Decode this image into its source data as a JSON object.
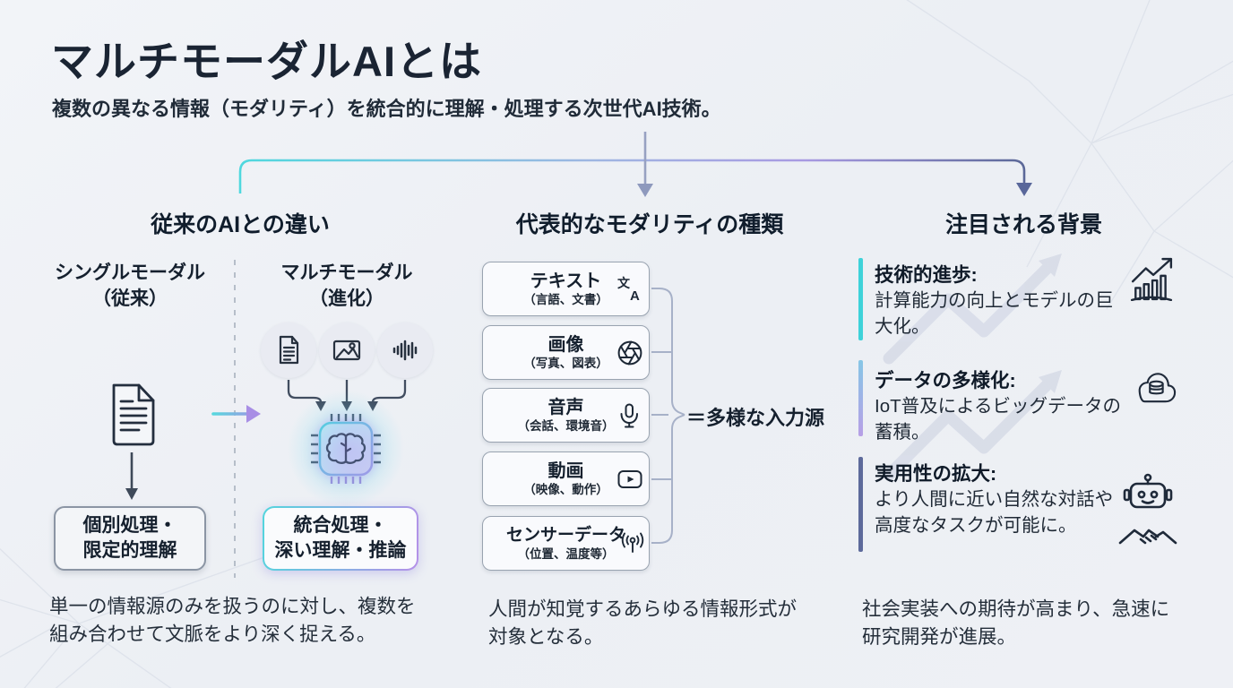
{
  "header": {
    "title": "マルチモーダルAIとは",
    "subtitle": "複数の異なる情報（モダリティ）を統合的に理解・処理する次世代AI技術。"
  },
  "left": {
    "heading": "従来のAIとの違い",
    "single_label": "シングルモーダル",
    "single_sublabel": "（従来）",
    "multi_label": "マルチモーダル",
    "multi_sublabel": "（進化）",
    "single_box": {
      "line1": "個別処理・",
      "line2": "限定的理解"
    },
    "multi_box": {
      "line1": "統合処理・",
      "line2": "深い理解・推論"
    },
    "caption1": "単一の情報源のみを扱うのに対し、複数を",
    "caption2": "組み合わせて文脈をより深く捉える。",
    "icons": [
      "document-icon",
      "image-icon",
      "waveform-icon",
      "chip-brain-icon"
    ]
  },
  "middle": {
    "heading": "代表的なモダリティの種類",
    "modalities": [
      {
        "label": "テキスト",
        "sublabel": "（言語、文書）",
        "icon": "translate-icon"
      },
      {
        "label": "画像",
        "sublabel": "（写真、図表）",
        "icon": "aperture-icon"
      },
      {
        "label": "音声",
        "sublabel": "（会話、環境音）",
        "icon": "microphone-icon"
      },
      {
        "label": "動画",
        "sublabel": "（映像、動作）",
        "icon": "video-play-icon"
      },
      {
        "label": "センサーデータ",
        "sublabel": "（位置、温度等）",
        "icon": "antenna-icon"
      }
    ],
    "brace_label": "＝多様な入力源",
    "caption1": "人間が知覚するあらゆる情報形式が",
    "caption2": "対象となる。"
  },
  "right": {
    "heading": "注目される背景",
    "items": [
      {
        "title": "技術的進歩:",
        "line1": "計算能力の向上とモデルの巨大化。",
        "icon": "growth-chart-icon",
        "accent": "#3ed2d9"
      },
      {
        "title": "データの多様化:",
        "line1": "IoT普及によるビッグデータの蓄積。",
        "icon": "cloud-database-icon",
        "accent": "#9fb2e0"
      },
      {
        "title": "実用性の拡大:",
        "line1": "より人間に近い自然な対話や",
        "line2": "高度なタスクが可能に。",
        "icon": "robot-handshake-icon",
        "accent": "#5d6a9b"
      }
    ],
    "caption1": "社会実装への期待が高まり、急速に",
    "caption2": "研究開発が進展。"
  },
  "colors": {
    "accent_cyan": "#45d6dd",
    "accent_purple": "#a78ee4",
    "accent_slate": "#5b6898",
    "heading_text": "#13202f",
    "body_text": "#232d3a"
  }
}
